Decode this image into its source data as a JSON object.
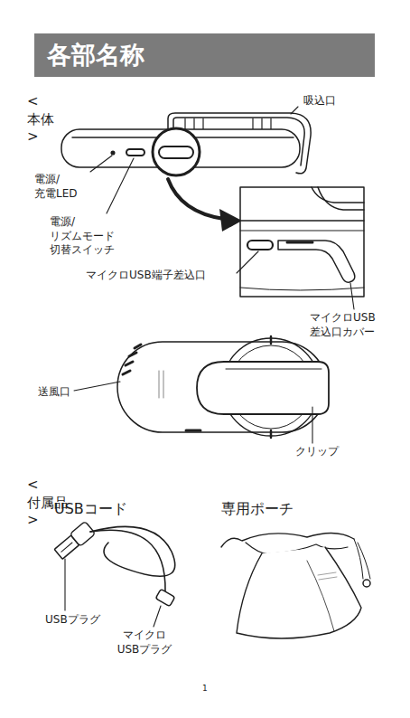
{
  "diagram": {
    "title": "各部名称",
    "labels": [
      "<本体>",
      "吸込口",
      "電源/ 充電LED",
      "電源/リズムモード 切替スイッチ",
      "マイクロUSB端子差込口",
      "マイクロUSB 差込口カバー",
      "送風口",
      "クリップ",
      "<付属品>",
      "USBコード",
      "専用ポーチ",
      "USBプラグ",
      "マイクロ USBプラグ",
      "1"
    ]
  }
}
